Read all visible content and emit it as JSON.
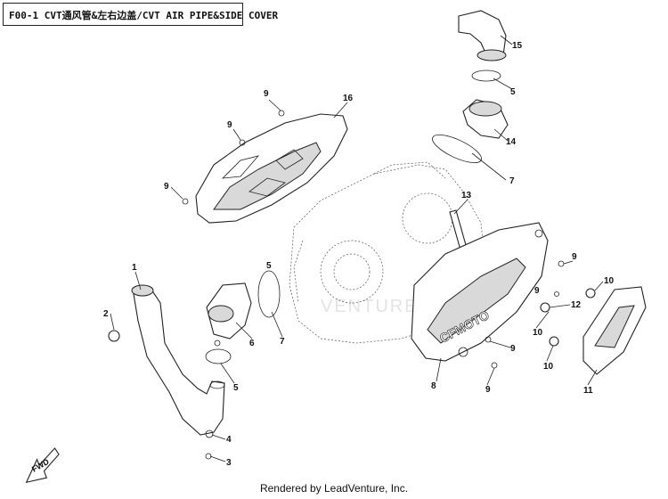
{
  "title": "F00-1 CVT通风管&左右边盖/CVT AIR PIPE&SIDE COVER",
  "footer": "Rendered by LeadVenture, Inc.",
  "callouts": [
    "1",
    "2",
    "3",
    "4",
    "5",
    "5",
    "5",
    "6",
    "7",
    "7",
    "8",
    "9",
    "9",
    "9",
    "9",
    "9",
    "9",
    "9",
    "10",
    "10",
    "10",
    "11",
    "12",
    "13",
    "14",
    "15",
    "16"
  ],
  "decal_text": "CFMOTO",
  "arrow_label": "FWD",
  "watermark": "VENTURE"
}
